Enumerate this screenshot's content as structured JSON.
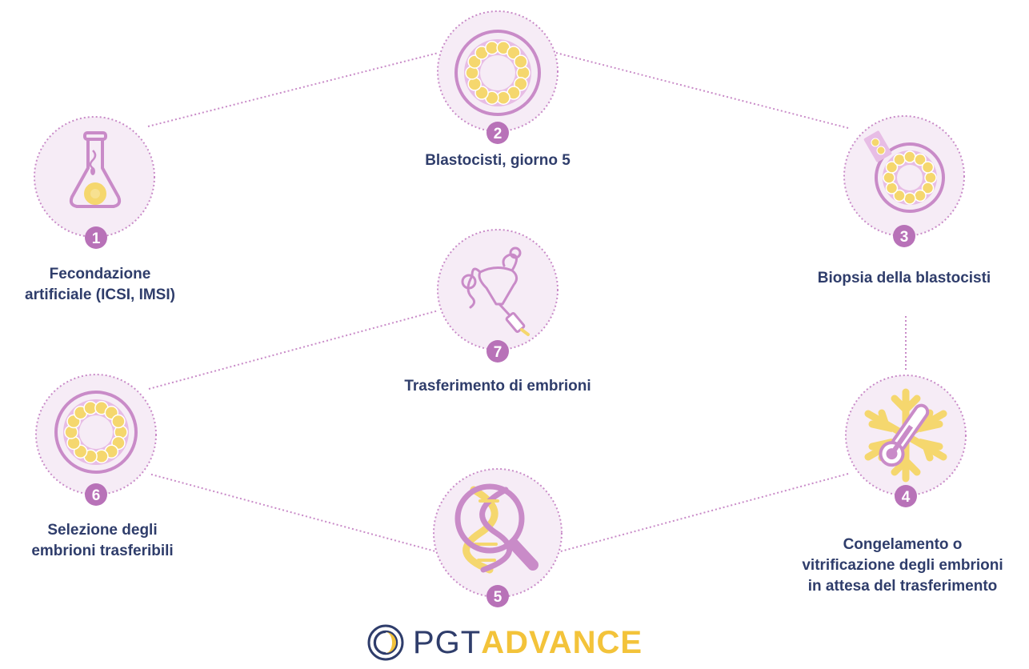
{
  "colors": {
    "circle_fill": "#f6ecf6",
    "circle_border": "#c98bc8",
    "accent_purple": "#b872b8",
    "accent_yellow": "#f5d76e",
    "label_text": "#2f3d6b",
    "badge_fill": "#b872b8",
    "badge_text": "#ffffff"
  },
  "steps": [
    {
      "number": "1",
      "label": "Fecondazione\nartificiale (ICSI, IMSI)",
      "icon": "flask-icon"
    },
    {
      "number": "2",
      "label": "Blastocisti, giorno 5",
      "icon": "blastocyst-icon"
    },
    {
      "number": "3",
      "label": "Biopsia della blastocisti",
      "icon": "biopsy-icon"
    },
    {
      "number": "4",
      "label": "Congelamento o\nvitrificazione degli embrioni\nin attesa del trasferimento",
      "icon": "snowflake-thermometer-icon"
    },
    {
      "number": "5",
      "label": "",
      "icon": "dna-magnifier-icon"
    },
    {
      "number": "6",
      "label": "Selezione degli\nembrioni trasferibili",
      "icon": "blastocyst-icon"
    },
    {
      "number": "7",
      "label": "Trasferimento di embrioni",
      "icon": "uterus-catheter-icon"
    }
  ],
  "logo": {
    "part1": "PGT",
    "part2": "ADVANCE",
    "icon": "pgt-logo-icon"
  }
}
